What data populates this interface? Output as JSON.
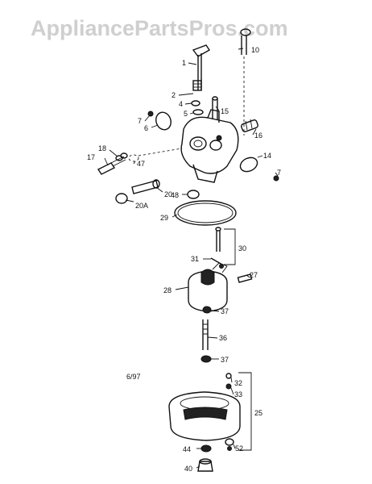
{
  "watermark": "AppliancePartsPros.com",
  "date_code": "6/97",
  "callouts": {
    "c1": "1",
    "c2": "2",
    "c4": "4",
    "c5": "5",
    "c6": "6",
    "c7a": "7",
    "c7b": "7",
    "c10": "10",
    "c14": "14",
    "c15": "15",
    "c16": "16",
    "c17": "17",
    "c18": "18",
    "c20": "20",
    "c20a": "20A",
    "c25": "25",
    "c27": "27",
    "c28": "28",
    "c29": "29",
    "c30": "30",
    "c31": "31",
    "c32": "32",
    "c33": "33",
    "c36": "36",
    "c37a": "37",
    "c37b": "37",
    "c40": "40",
    "c44": "44",
    "c47": "47",
    "c48": "48",
    "c52": "52"
  }
}
